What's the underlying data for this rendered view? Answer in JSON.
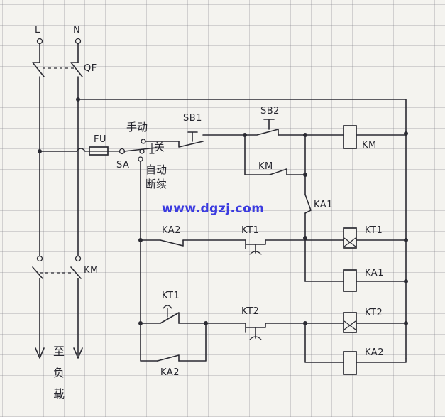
{
  "labels": {
    "line": "L",
    "neutral": "N",
    "breaker": "QF",
    "fuse": "FU",
    "selector": "SA",
    "manual": "手动",
    "off": "关",
    "auto_line1": "自动",
    "auto_line2": "断续",
    "button1": "SB1",
    "button2": "SB2",
    "contactor_coil": "KM",
    "contactor_hold": "KM",
    "relay1_contact": "KA1",
    "relay2_contact": "KA2",
    "timer1_contact": "KT1",
    "timer1_coil": "KT1",
    "relay1_coil": "KA1",
    "timer1_delay_contact": "KT1",
    "timer2_contact": "KT2",
    "timer2_coil": "KT2",
    "relay2_hold": "KA2",
    "relay2_coil": "KA2",
    "main_contactor": "KM",
    "to_load": "至负载"
  },
  "watermark": "www.dgzj.com",
  "colors": {
    "ink": "#2b2b33",
    "watermark": "#3b3be0",
    "paper": "#f4f3ef"
  }
}
